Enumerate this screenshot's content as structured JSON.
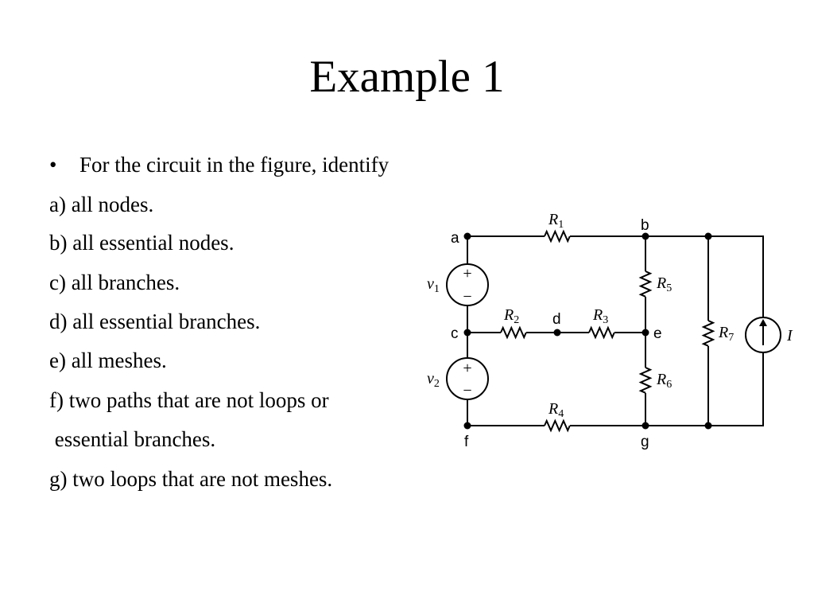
{
  "slide": {
    "title": "Example 1",
    "bullet": "For the circuit in the figure, identify",
    "items": [
      "a) all nodes.",
      "b) all essential nodes.",
      "c) all branches.",
      "d) all essential branches.",
      "e) all meshes.",
      "f) two paths that are not loops or",
      " essential branches.",
      "g) two loops that are not meshes."
    ]
  },
  "circuit": {
    "nodes": {
      "a": "a",
      "b": "b",
      "c": "c",
      "d": "d",
      "e": "e",
      "f": "f",
      "g": "g"
    },
    "resistors": {
      "r1": {
        "main": "R",
        "sub": "1"
      },
      "r2": {
        "main": "R",
        "sub": "2"
      },
      "r3": {
        "main": "R",
        "sub": "3"
      },
      "r4": {
        "main": "R",
        "sub": "4"
      },
      "r5": {
        "main": "R",
        "sub": "5"
      },
      "r6": {
        "main": "R",
        "sub": "6"
      },
      "r7": {
        "main": "R",
        "sub": "7"
      }
    },
    "sources": {
      "v1": {
        "main": "v",
        "sub": "1"
      },
      "v2": {
        "main": "v",
        "sub": "2"
      },
      "current": "I",
      "plus": "+",
      "minus": "−"
    }
  }
}
